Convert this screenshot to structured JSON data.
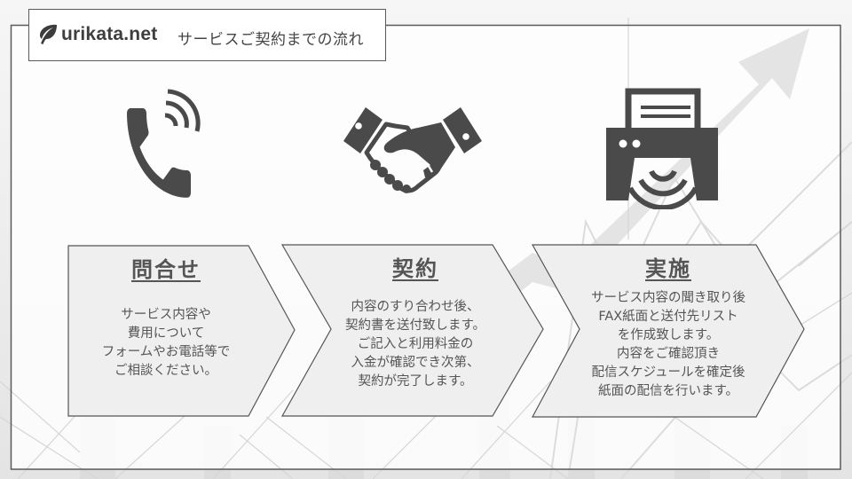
{
  "header": {
    "logo_icon": "leaf-icon",
    "logo_text": "urikata.net",
    "title": "サービスご契約までの流れ"
  },
  "steps": [
    {
      "icon": "phone-icon",
      "heading": "問合せ",
      "body": [
        "サービス内容や",
        "費用について",
        "フォームやお電話等で",
        "ご相談ください。"
      ]
    },
    {
      "icon": "handshake-icon",
      "heading": "契約",
      "body": [
        "内容のすり合わせ後、",
        "契約書を送付致します。",
        "ご記入と利用料金の",
        "入金が確認でき次第、",
        "契約が完了します。"
      ]
    },
    {
      "icon": "fax-printer-icon",
      "heading": "実施",
      "body": [
        "サービス内容の聞き取り後",
        "FAX紙面と送付先リスト",
        "を作成致します。",
        "内容をご確認頂き",
        "配信スケジュールを確定後",
        "紙面の配信を行います。"
      ]
    }
  ],
  "colors": {
    "icon": "#4a4a4a",
    "text": "#555555",
    "chevron_fill": "#efefef",
    "border": "#5a5a5a",
    "background": "#f1f1f1"
  }
}
